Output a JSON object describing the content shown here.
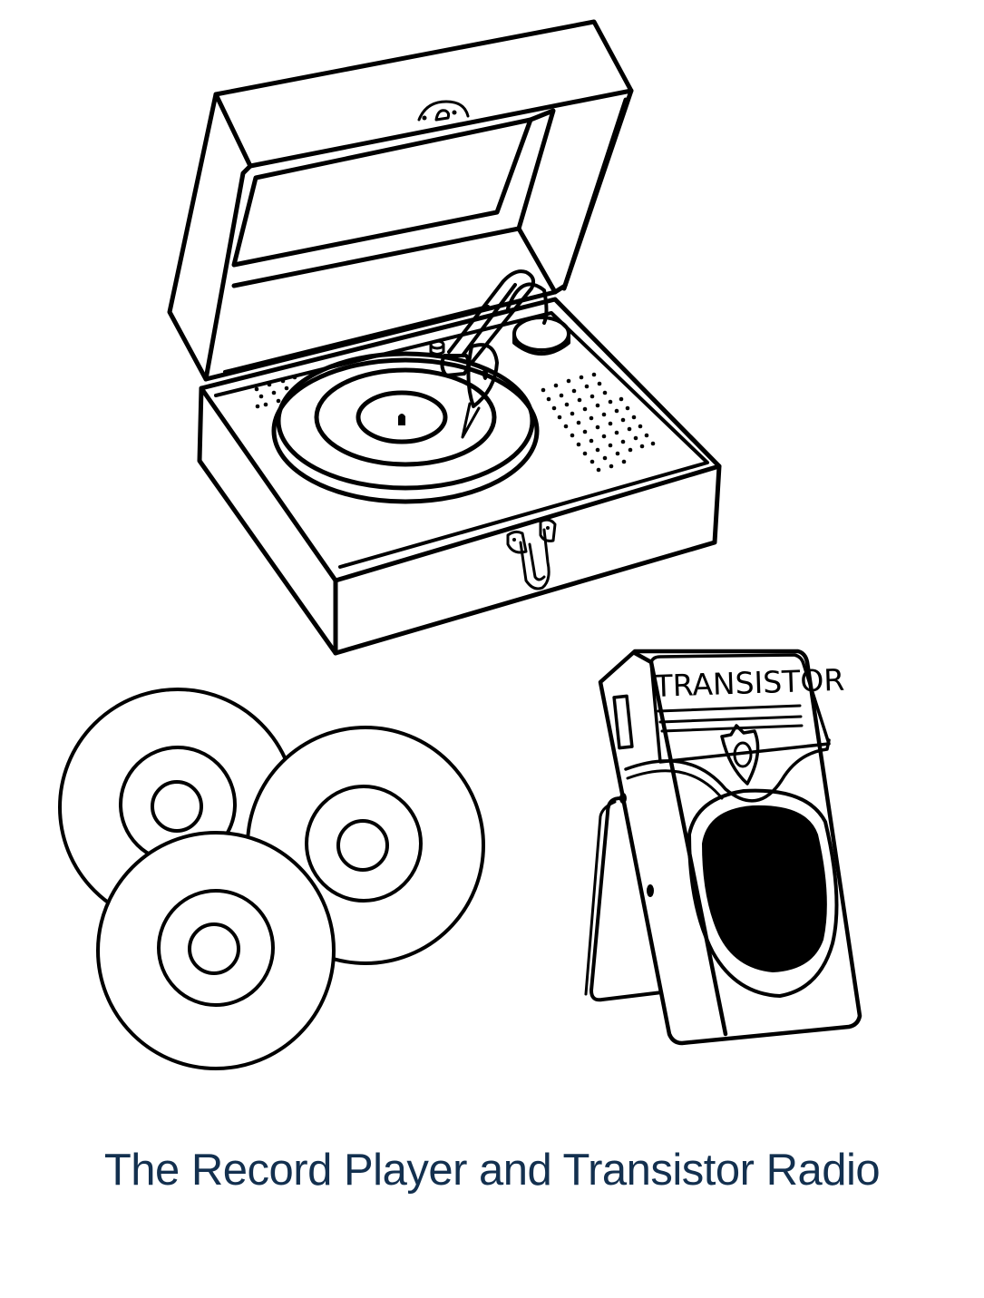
{
  "page": {
    "caption": "The Record Player and Transistor Radio",
    "caption_color": "#13304f",
    "line_color": "#000000",
    "background": "#ffffff"
  },
  "illustrations": {
    "record_player": {
      "name": "Record player (portable turntable case, lid open)"
    },
    "records": {
      "name": "Three vinyl records",
      "count": 3
    },
    "radio": {
      "name": "Transistor radio on kickstand",
      "label": "TRANSISTOR"
    }
  }
}
